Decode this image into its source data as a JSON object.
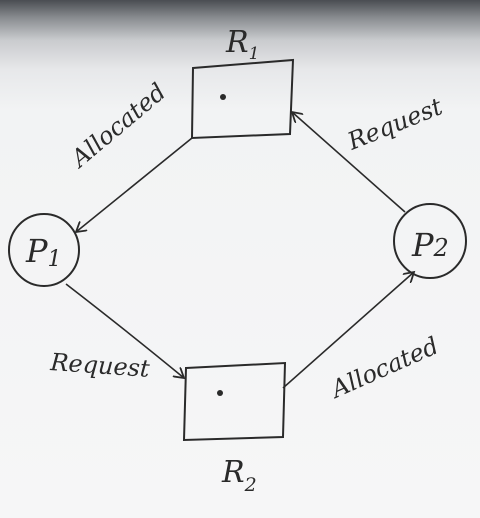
{
  "diagram": {
    "resources": [
      {
        "id": "r1",
        "label_main": "R",
        "label_sub": "1"
      },
      {
        "id": "r2",
        "label_main": "R",
        "label_sub": "2"
      }
    ],
    "processes": [
      {
        "id": "p1",
        "label_main": "P",
        "label_sub": "1"
      },
      {
        "id": "p2",
        "label_main": "P",
        "label_sub": "2"
      }
    ],
    "edges": [
      {
        "from": "r1",
        "to": "p1",
        "label": "Allocated"
      },
      {
        "from": "p2",
        "to": "r1",
        "label": "Request"
      },
      {
        "from": "p1",
        "to": "r2",
        "label": "Request"
      },
      {
        "from": "r2",
        "to": "p2",
        "label": "Allocated"
      }
    ]
  }
}
